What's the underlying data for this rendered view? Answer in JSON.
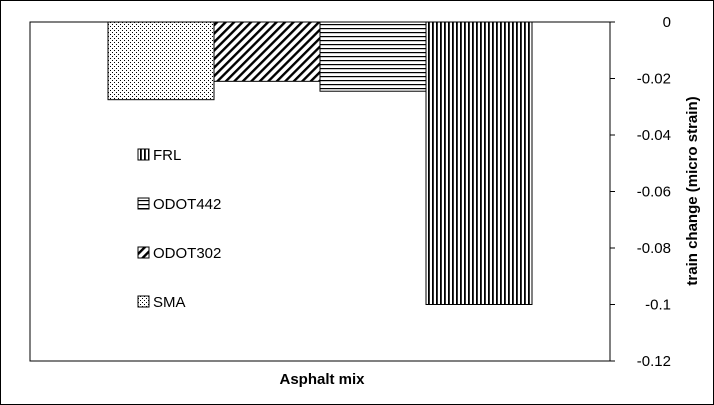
{
  "chart_data": {
    "type": "bar",
    "title": "",
    "xlabel": "Asphalt mix",
    "ylabel": "train change (micro strain)",
    "ylim": [
      -0.12,
      0
    ],
    "yticks": [
      0,
      -0.02,
      -0.04,
      -0.06,
      -0.08,
      -0.1,
      -0.12
    ],
    "ytick_labels": [
      "0",
      "-0.02",
      "-0.04",
      "-0.06",
      "-0.08",
      "-0.1",
      "-0.12"
    ],
    "y_axis_side": "right",
    "grid": false,
    "legend_position": "left",
    "legend_order": [
      "FRL",
      "ODOT442",
      "ODOT302",
      "SMA"
    ],
    "series": [
      {
        "name": "SMA",
        "value": -0.0275,
        "pattern": "dots"
      },
      {
        "name": "ODOT302",
        "value": -0.021,
        "pattern": "diagonal"
      },
      {
        "name": "ODOT442",
        "value": -0.0245,
        "pattern": "horizontal"
      },
      {
        "name": "FRL",
        "value": -0.1,
        "pattern": "vertical"
      }
    ]
  }
}
